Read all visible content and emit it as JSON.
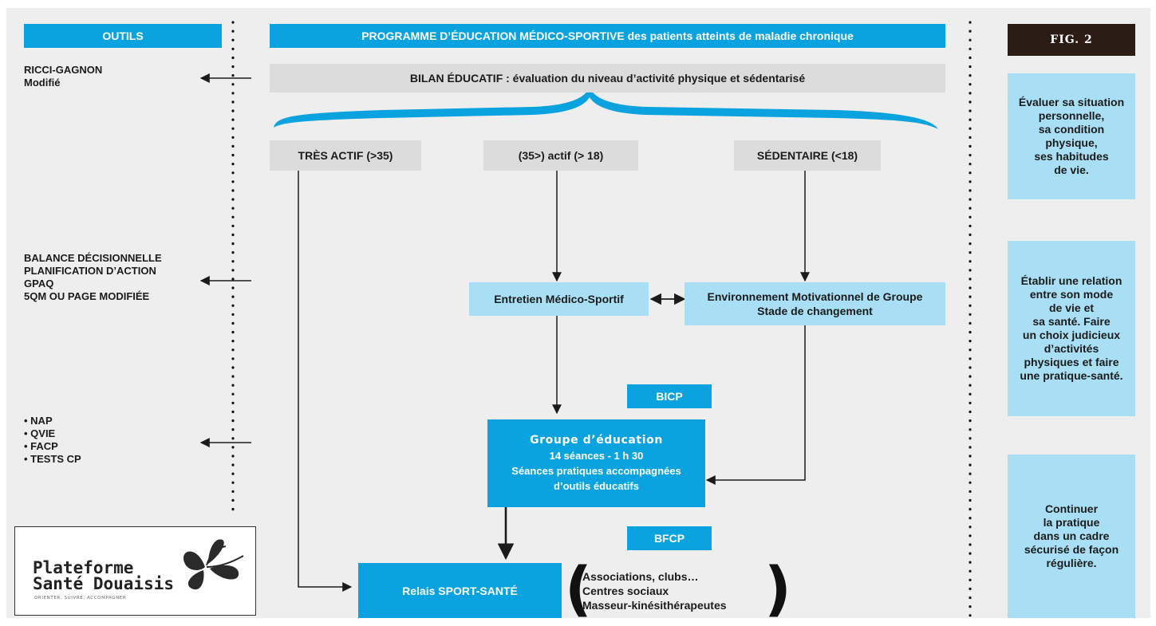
{
  "colors": {
    "blue": "#0aa3e0",
    "light_blue": "#a9dff5",
    "grey": "#dcdcdc",
    "background": "#eeeeee",
    "figure_label": "#2b1d15"
  },
  "figure_label": "FIG. 2",
  "tools_header": "OUTILS",
  "program_header": "PROGRAMME D’ÉDUCATION MÉDICO-SPORTIVE des patients atteints de maladie chronique",
  "bilan": "BILAN ÉDUCATIF : évaluation du niveau d’activité physique et sédentarisé",
  "levels": [
    "TRÈS ACTIF (>35)",
    "(35>) actif (> 18)",
    "SÉDENTAIRE (<18)"
  ],
  "entretien": "Entretien Médico-Sportif",
  "environnement": {
    "line1": "Environnement Motivationnel de Groupe",
    "line2": "Stade de changement"
  },
  "bicp": "BICP",
  "bfcp": "BFCP",
  "groupe": {
    "title": "Groupe d’éducation",
    "line1": "14 séances - 1 h 30",
    "line2": "Séances pratiques accompagnées",
    "line3": "d’outils éducatifs"
  },
  "relais": "Relais SPORT-SANTÉ",
  "partners": [
    "Associations, clubs…",
    "Centres sociaux",
    "Masseur-kinésithérapeutes"
  ],
  "tools": {
    "group1": [
      "RICCI-GAGNON",
      "Modifié"
    ],
    "group2": [
      "BALANCE DÉCISIONNELLE",
      "PLANIFICATION D’ACTION",
      "GPAQ",
      "5QM OU PAGE MODIFIÉE"
    ],
    "group3": [
      "• NAP",
      "• QVIE",
      "• FACP",
      "• TESTS CP"
    ]
  },
  "objectives": {
    "box1": [
      "Évaluer sa situation",
      "personnelle,",
      "sa condition",
      "physique,",
      "ses habitudes",
      "de vie."
    ],
    "box2": [
      "Établir une relation",
      "entre son mode",
      "de vie et",
      "sa santé. Faire",
      "un choix judicieux",
      "d’activités",
      "physiques et faire",
      "une pratique-santé."
    ],
    "box3": [
      "Continuer",
      "la pratique",
      "dans un cadre",
      "sécurisé de façon",
      "régulière."
    ]
  },
  "logo": {
    "line1": "Plateforme",
    "line2": "Santé Douaisis",
    "tagline": "ORIENTER, SUIVRE, ACCOMPAGNER",
    "icon": "butterfly-logo-icon"
  }
}
